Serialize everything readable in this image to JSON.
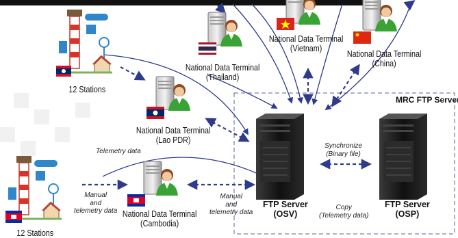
{
  "stations": {
    "top": "12 Stations",
    "bottom": "12 Stations"
  },
  "terminals": {
    "thailand": {
      "name": "National Data Terminal",
      "country": "(Thailand)"
    },
    "vietnam": {
      "name": "National Data Terminal",
      "country": "(Vietnam)"
    },
    "china": {
      "name": "National Data Terminal",
      "country": "(China)"
    },
    "lao": {
      "name": "National Data Terminal",
      "country": "(Lao PDR)"
    },
    "cambodia": {
      "name": "National Data Terminal",
      "country": "(Cambodia)"
    }
  },
  "mrc": {
    "title": "MRC FTP Server"
  },
  "servers": {
    "osv": {
      "name": "FTP Server",
      "code": "(OSV)"
    },
    "osp": {
      "name": "FTP Server",
      "code": "(OSP)"
    }
  },
  "links": {
    "telemetry": "Telemetry data",
    "sync_title": "Synchronize",
    "sync_sub": "(Binary file)",
    "copy_title": "Copy",
    "copy_sub": "(Telemetry data)",
    "manual1_a": "Manual",
    "manual1_b": "and",
    "manual1_c": "telemetry data",
    "manual2_a": "Manual",
    "manual2_b": "and",
    "manual2_c": "telemetry data"
  },
  "colors": {
    "arrow": "#2e3a8c",
    "box": "#5a5f9c",
    "server": "#1c1c1c",
    "person_green": "#3aa336"
  }
}
